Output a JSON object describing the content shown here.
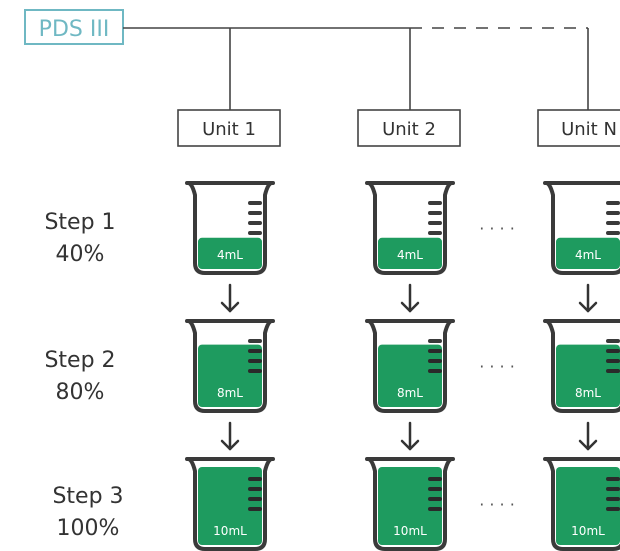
{
  "system_label": "PDS III",
  "units": [
    {
      "label": "Unit 1"
    },
    {
      "label": "Unit 2"
    },
    {
      "label": "Unit N"
    }
  ],
  "steps": [
    {
      "name": "Step 1",
      "percent": "40%",
      "volume": "4mL",
      "fill_fraction": 0.4
    },
    {
      "name": "Step 2",
      "percent": "80%",
      "volume": "8mL",
      "fill_fraction": 0.8
    },
    {
      "name": "Step 3",
      "percent": "100%",
      "volume": "10mL",
      "fill_fraction": 1.0
    }
  ],
  "ellipsis": "· · · ·",
  "colors": {
    "label_box_border": "#6fb8c3",
    "label_text": "#6fb8c3",
    "line": "#444444",
    "liquid": "#1e9b5f",
    "liquid_dark": "#157a49",
    "beaker_stroke": "#3a3a3a"
  }
}
